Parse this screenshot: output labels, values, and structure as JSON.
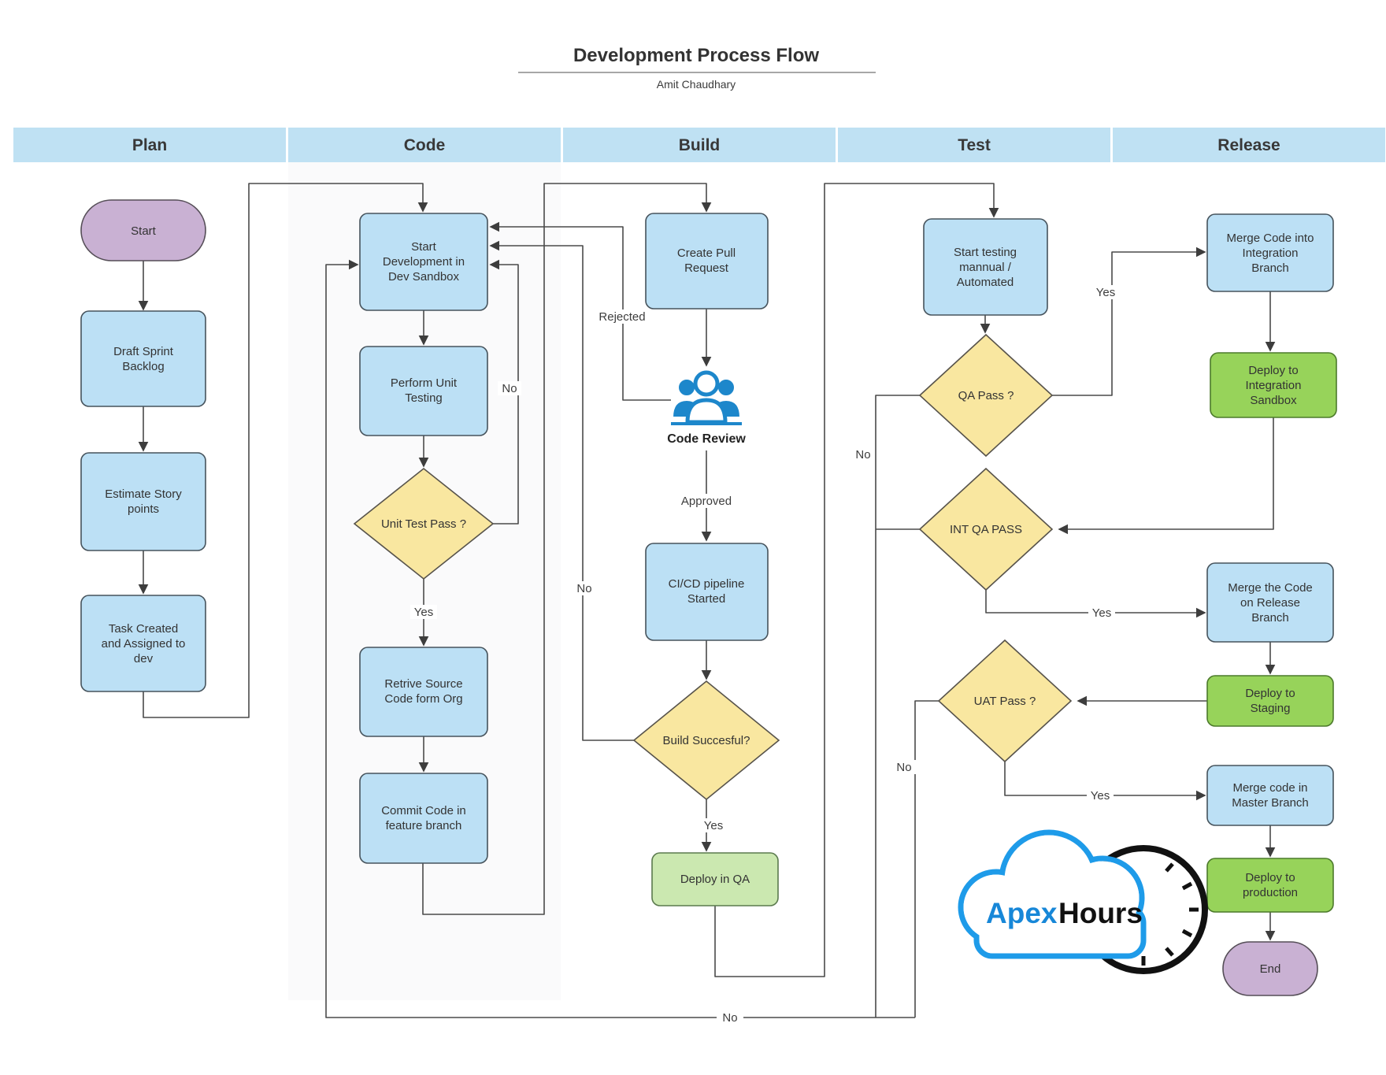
{
  "title": {
    "text": "Development Process Flow",
    "author": "Amit Chaudhary"
  },
  "lanes": [
    {
      "label": "Plan"
    },
    {
      "label": "Code"
    },
    {
      "label": "Build"
    },
    {
      "label": "Test"
    },
    {
      "label": "Release"
    }
  ],
  "nodes": {
    "start": {
      "type": "terminator",
      "lines": [
        "Start"
      ]
    },
    "draft_sprint_backlog": {
      "type": "process",
      "lines": [
        "Draft Sprint",
        "Backlog"
      ]
    },
    "estimate_story_points": {
      "type": "process",
      "lines": [
        "Estimate Story",
        "points"
      ]
    },
    "task_created": {
      "type": "process",
      "lines": [
        "Task Created",
        "and Assigned to",
        "dev"
      ]
    },
    "start_development": {
      "type": "process",
      "lines": [
        "Start",
        "Development in",
        "Dev Sandbox"
      ]
    },
    "perform_unit_testing": {
      "type": "process",
      "lines": [
        "Perform Unit",
        "Testing"
      ]
    },
    "unit_test_pass": {
      "type": "decision",
      "lines": [
        "Unit Test Pass ?"
      ]
    },
    "retrieve_source": {
      "type": "process",
      "lines": [
        "Retrive Source",
        "Code form Org"
      ]
    },
    "commit_code": {
      "type": "process",
      "lines": [
        "Commit Code in",
        "feature branch"
      ]
    },
    "create_pull_request": {
      "type": "process",
      "lines": [
        "Create Pull",
        "Request"
      ]
    },
    "code_review": {
      "type": "icon-step",
      "lines": [
        "Code Review"
      ]
    },
    "cicd_pipeline": {
      "type": "process",
      "lines": [
        "CI/CD pipeline",
        "Started"
      ]
    },
    "build_successful": {
      "type": "decision",
      "lines": [
        "Build Succesful?"
      ]
    },
    "deploy_in_qa": {
      "type": "process-green",
      "lines": [
        "Deploy in QA"
      ]
    },
    "start_testing": {
      "type": "process",
      "lines": [
        "Start testing",
        "mannual /",
        "Automated"
      ]
    },
    "qa_pass": {
      "type": "decision",
      "lines": [
        "QA Pass ?"
      ]
    },
    "int_qa_pass": {
      "type": "decision",
      "lines": [
        "INT QA PASS"
      ]
    },
    "uat_pass": {
      "type": "decision",
      "lines": [
        "UAT Pass ?"
      ]
    },
    "merge_integration": {
      "type": "process",
      "lines": [
        "Merge Code into",
        "Integration",
        "Branch"
      ]
    },
    "deploy_integration_sandbox": {
      "type": "process-green",
      "lines": [
        "Deploy to",
        "Integration",
        "Sandbox"
      ]
    },
    "merge_release": {
      "type": "process",
      "lines": [
        "Merge the Code",
        "on Release",
        "Branch"
      ]
    },
    "deploy_staging": {
      "type": "process-green",
      "lines": [
        "Deploy to",
        "Staging"
      ]
    },
    "merge_master": {
      "type": "process",
      "lines": [
        "Merge code in",
        "Master Branch"
      ]
    },
    "deploy_production": {
      "type": "process-green",
      "lines": [
        "Deploy to",
        "production"
      ]
    },
    "end": {
      "type": "terminator",
      "lines": [
        "End"
      ]
    }
  },
  "edge_labels": {
    "unit_test_yes": "Yes",
    "unit_test_no": "No",
    "build_yes": "Yes",
    "build_no": "No",
    "rejected": "Rejected",
    "approved": "Approved",
    "qa_yes": "Yes",
    "qa_no": "No",
    "int_qa_yes": "Yes",
    "uat_yes": "Yes",
    "uat_no": "No",
    "return_no": "No"
  },
  "logo": {
    "word1": "Apex",
    "word2": "Hours"
  },
  "colors": {
    "lane_header": "#bfe1f3",
    "process_blue": "#bce0f5",
    "decision_yellow": "#f9e7a0",
    "green_light": "#cbe8b0",
    "green": "#97d35a",
    "terminator_purple": "#c9b1d3",
    "connector": "#4a4a4a",
    "logo_blue": "#1787d8"
  }
}
